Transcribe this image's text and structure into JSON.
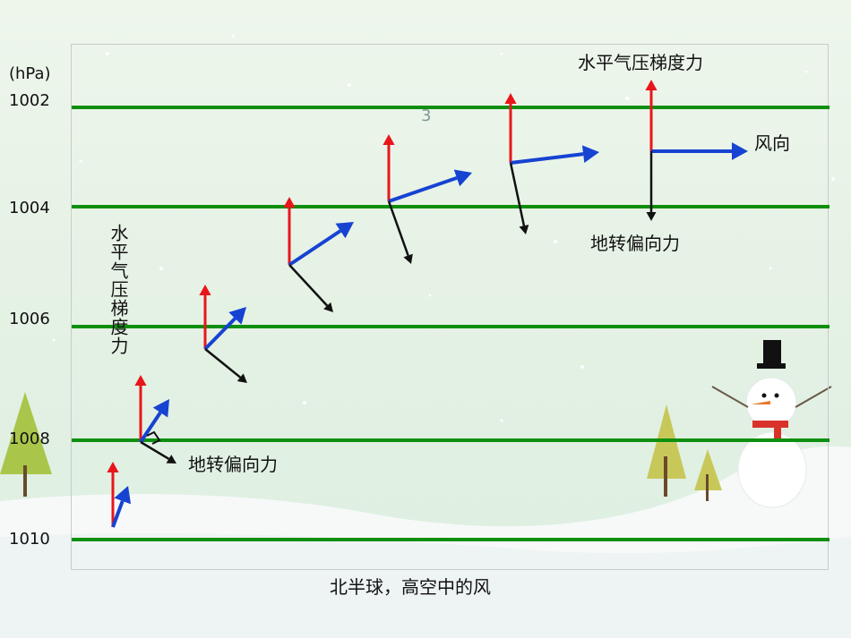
{
  "unit_label": "(hPa)",
  "isobars": [
    {
      "label": "1002"
    },
    {
      "label": "1004"
    },
    {
      "label": "1006"
    },
    {
      "label": "1008"
    },
    {
      "label": "1010"
    }
  ],
  "labels": {
    "pgf_top": "水平气压梯度力",
    "wind_dir": "风向",
    "coriolis_top": "地转偏向力",
    "pgf_vertical": "水平气压梯度力",
    "coriolis_bottom": "地转偏向力",
    "stray_number": "3",
    "caption": "北半球，高空中的风"
  },
  "colors": {
    "isobar": "#0f8f0f",
    "pressure_gradient_force": "#e8161b",
    "wind": "#1643d2",
    "coriolis_force": "#111111"
  }
}
